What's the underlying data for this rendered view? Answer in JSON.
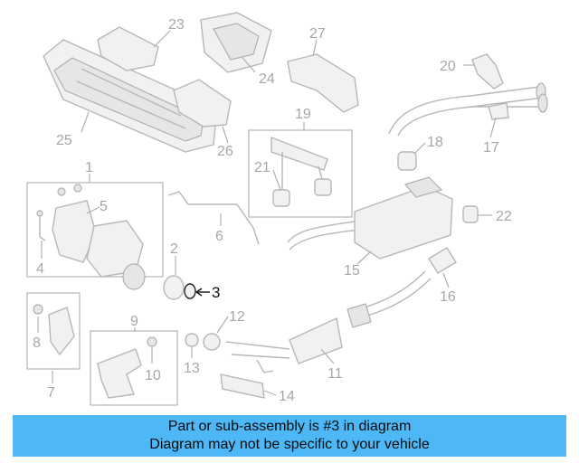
{
  "callouts": [
    "1",
    "2",
    "3",
    "4",
    "5",
    "6",
    "7",
    "8",
    "9",
    "10",
    "11",
    "12",
    "13",
    "14",
    "15",
    "16",
    "17",
    "18",
    "19",
    "20",
    "21",
    "22",
    "23",
    "24",
    "25",
    "26",
    "27"
  ],
  "highlighted_part": "3",
  "banner": {
    "line1": "Part or sub-assembly is #3 in diagram",
    "line2": "Diagram may not be specific to your vehicle"
  },
  "colors": {
    "banner": "#4db8f5",
    "drawing": "#b7b7b7",
    "highlight": "#111111"
  }
}
